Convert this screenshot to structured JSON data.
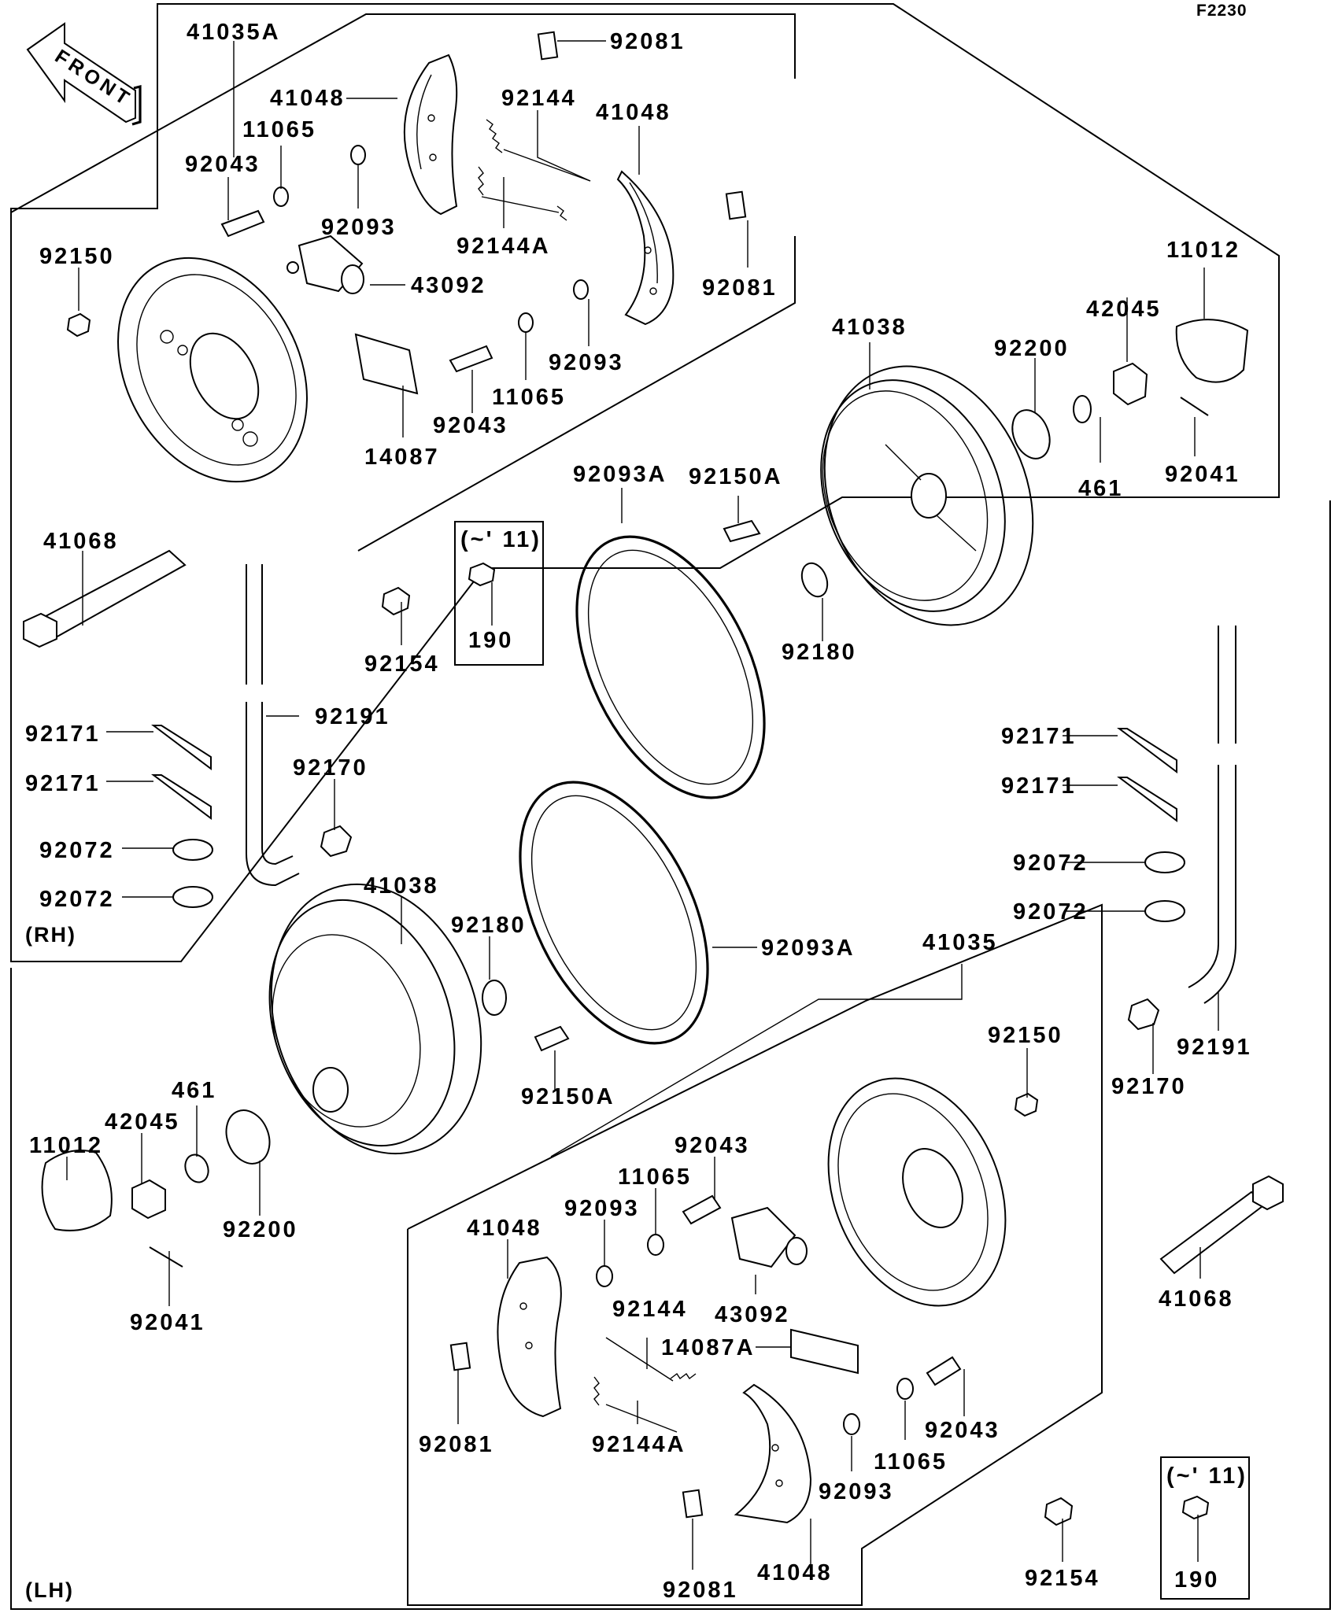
{
  "figure": {
    "id": "F2230",
    "front_indicator": "FRONT",
    "sides": {
      "rh": "(RH)",
      "lh": "(LH)"
    },
    "note_box_rh": {
      "condition": "(~' 11)",
      "part": "190"
    },
    "note_box_lh": {
      "condition": "(~' 11)",
      "part": "190"
    }
  },
  "rh": {
    "callouts": [
      "41035A",
      "92081",
      "41048",
      "92144",
      "41048",
      "11065",
      "92043",
      "92093",
      "92144A",
      "92081",
      "92150",
      "43092",
      "92093",
      "11065",
      "92043",
      "14087",
      "11012",
      "42045",
      "41038",
      "92200",
      "461",
      "92041",
      "92093A",
      "92150A",
      "41068",
      "92154",
      "92180",
      "92191",
      "92171",
      "92171",
      "92170",
      "92072",
      "92072"
    ]
  },
  "lh": {
    "callouts": [
      "41038",
      "92180",
      "92093A",
      "41035",
      "92171",
      "92171",
      "92072",
      "92072",
      "92150",
      "92191",
      "92170",
      "461",
      "42045",
      "11012",
      "92150A",
      "92200",
      "92043",
      "11065",
      "92093",
      "41048",
      "92041",
      "43092",
      "41068",
      "92144",
      "14087A",
      "92081",
      "92144A",
      "92043",
      "92093",
      "11065",
      "92154",
      "92081",
      "41048"
    ]
  }
}
